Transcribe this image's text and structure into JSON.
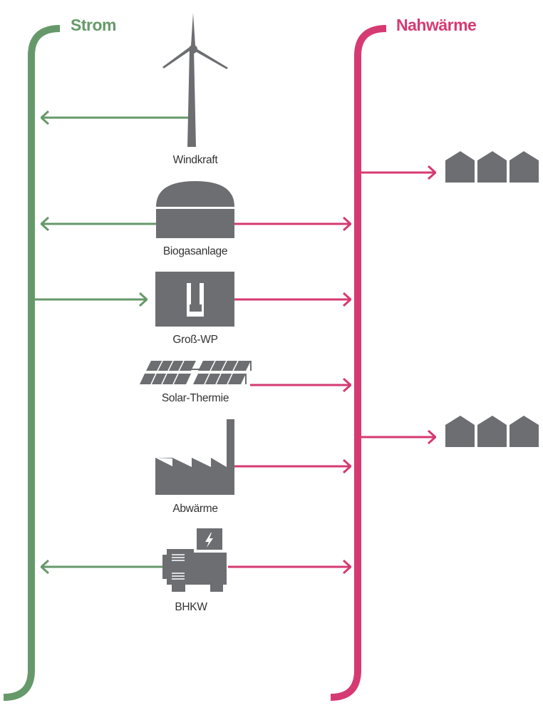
{
  "colors": {
    "strom": "#66996a",
    "waerme": "#d63a72",
    "icon": "#6d6e71",
    "text": "#333333",
    "background": "#ffffff"
  },
  "buses": {
    "strom": {
      "title": "Strom"
    },
    "waerme": {
      "title": "Nahwärme"
    }
  },
  "sources": [
    {
      "id": "windkraft",
      "label": "Windkraft",
      "icon": "wind-turbine-icon",
      "strom": "out",
      "waerme": "none"
    },
    {
      "id": "biogas",
      "label": "Biogasanlage",
      "icon": "biogas-plant-icon",
      "strom": "out",
      "waerme": "out"
    },
    {
      "id": "grosswp",
      "label": "Groß-WP",
      "icon": "heat-pump-icon",
      "strom": "in",
      "waerme": "out"
    },
    {
      "id": "solar",
      "label": "Solar-Thermie",
      "icon": "solar-thermal-panels-icon",
      "strom": "none",
      "waerme": "out"
    },
    {
      "id": "abwaerme",
      "label": "Abwärme",
      "icon": "factory-icon",
      "strom": "none",
      "waerme": "out"
    },
    {
      "id": "bhkw",
      "label": "BHKW",
      "icon": "chp-generator-icon",
      "strom": "out",
      "waerme": "out"
    }
  ],
  "consumers": [
    {
      "id": "houses-1",
      "icon": "house-group-icon",
      "count": 3
    },
    {
      "id": "houses-2",
      "icon": "house-group-icon",
      "count": 3
    }
  ]
}
